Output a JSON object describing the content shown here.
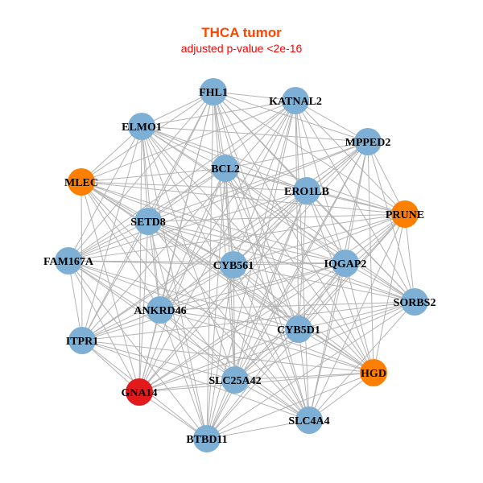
{
  "title": "THCA tumor",
  "subtitle": "adjusted p-value <2e-16",
  "colors": {
    "title": "#FF4500",
    "subtitle": "#FF0000",
    "edge": "#B3B3B3",
    "blue": "#7EB0D5",
    "orange": "#FF8000",
    "red": "#E31A1C"
  },
  "nodes": [
    {
      "id": "FHL1",
      "color": "blue"
    },
    {
      "id": "KATNAL2",
      "color": "blue"
    },
    {
      "id": "ELMO1",
      "color": "blue"
    },
    {
      "id": "MPPED2",
      "color": "blue"
    },
    {
      "id": "MLEC",
      "color": "orange"
    },
    {
      "id": "BCL2",
      "color": "blue"
    },
    {
      "id": "ERO1LB",
      "color": "blue"
    },
    {
      "id": "PRUNE",
      "color": "orange"
    },
    {
      "id": "SETD8",
      "color": "blue"
    },
    {
      "id": "FAM167A",
      "color": "blue"
    },
    {
      "id": "CYB561",
      "color": "blue"
    },
    {
      "id": "IQGAP2",
      "color": "blue"
    },
    {
      "id": "SORBS2",
      "color": "blue"
    },
    {
      "id": "ANKRD46",
      "color": "blue"
    },
    {
      "id": "ITPR1",
      "color": "blue"
    },
    {
      "id": "CYB5D1",
      "color": "blue"
    },
    {
      "id": "HGD",
      "color": "orange"
    },
    {
      "id": "GNA14",
      "color": "red"
    },
    {
      "id": "SLC25A42",
      "color": "blue"
    },
    {
      "id": "SLC4A4",
      "color": "blue"
    },
    {
      "id": "BTBD11",
      "color": "blue"
    }
  ]
}
